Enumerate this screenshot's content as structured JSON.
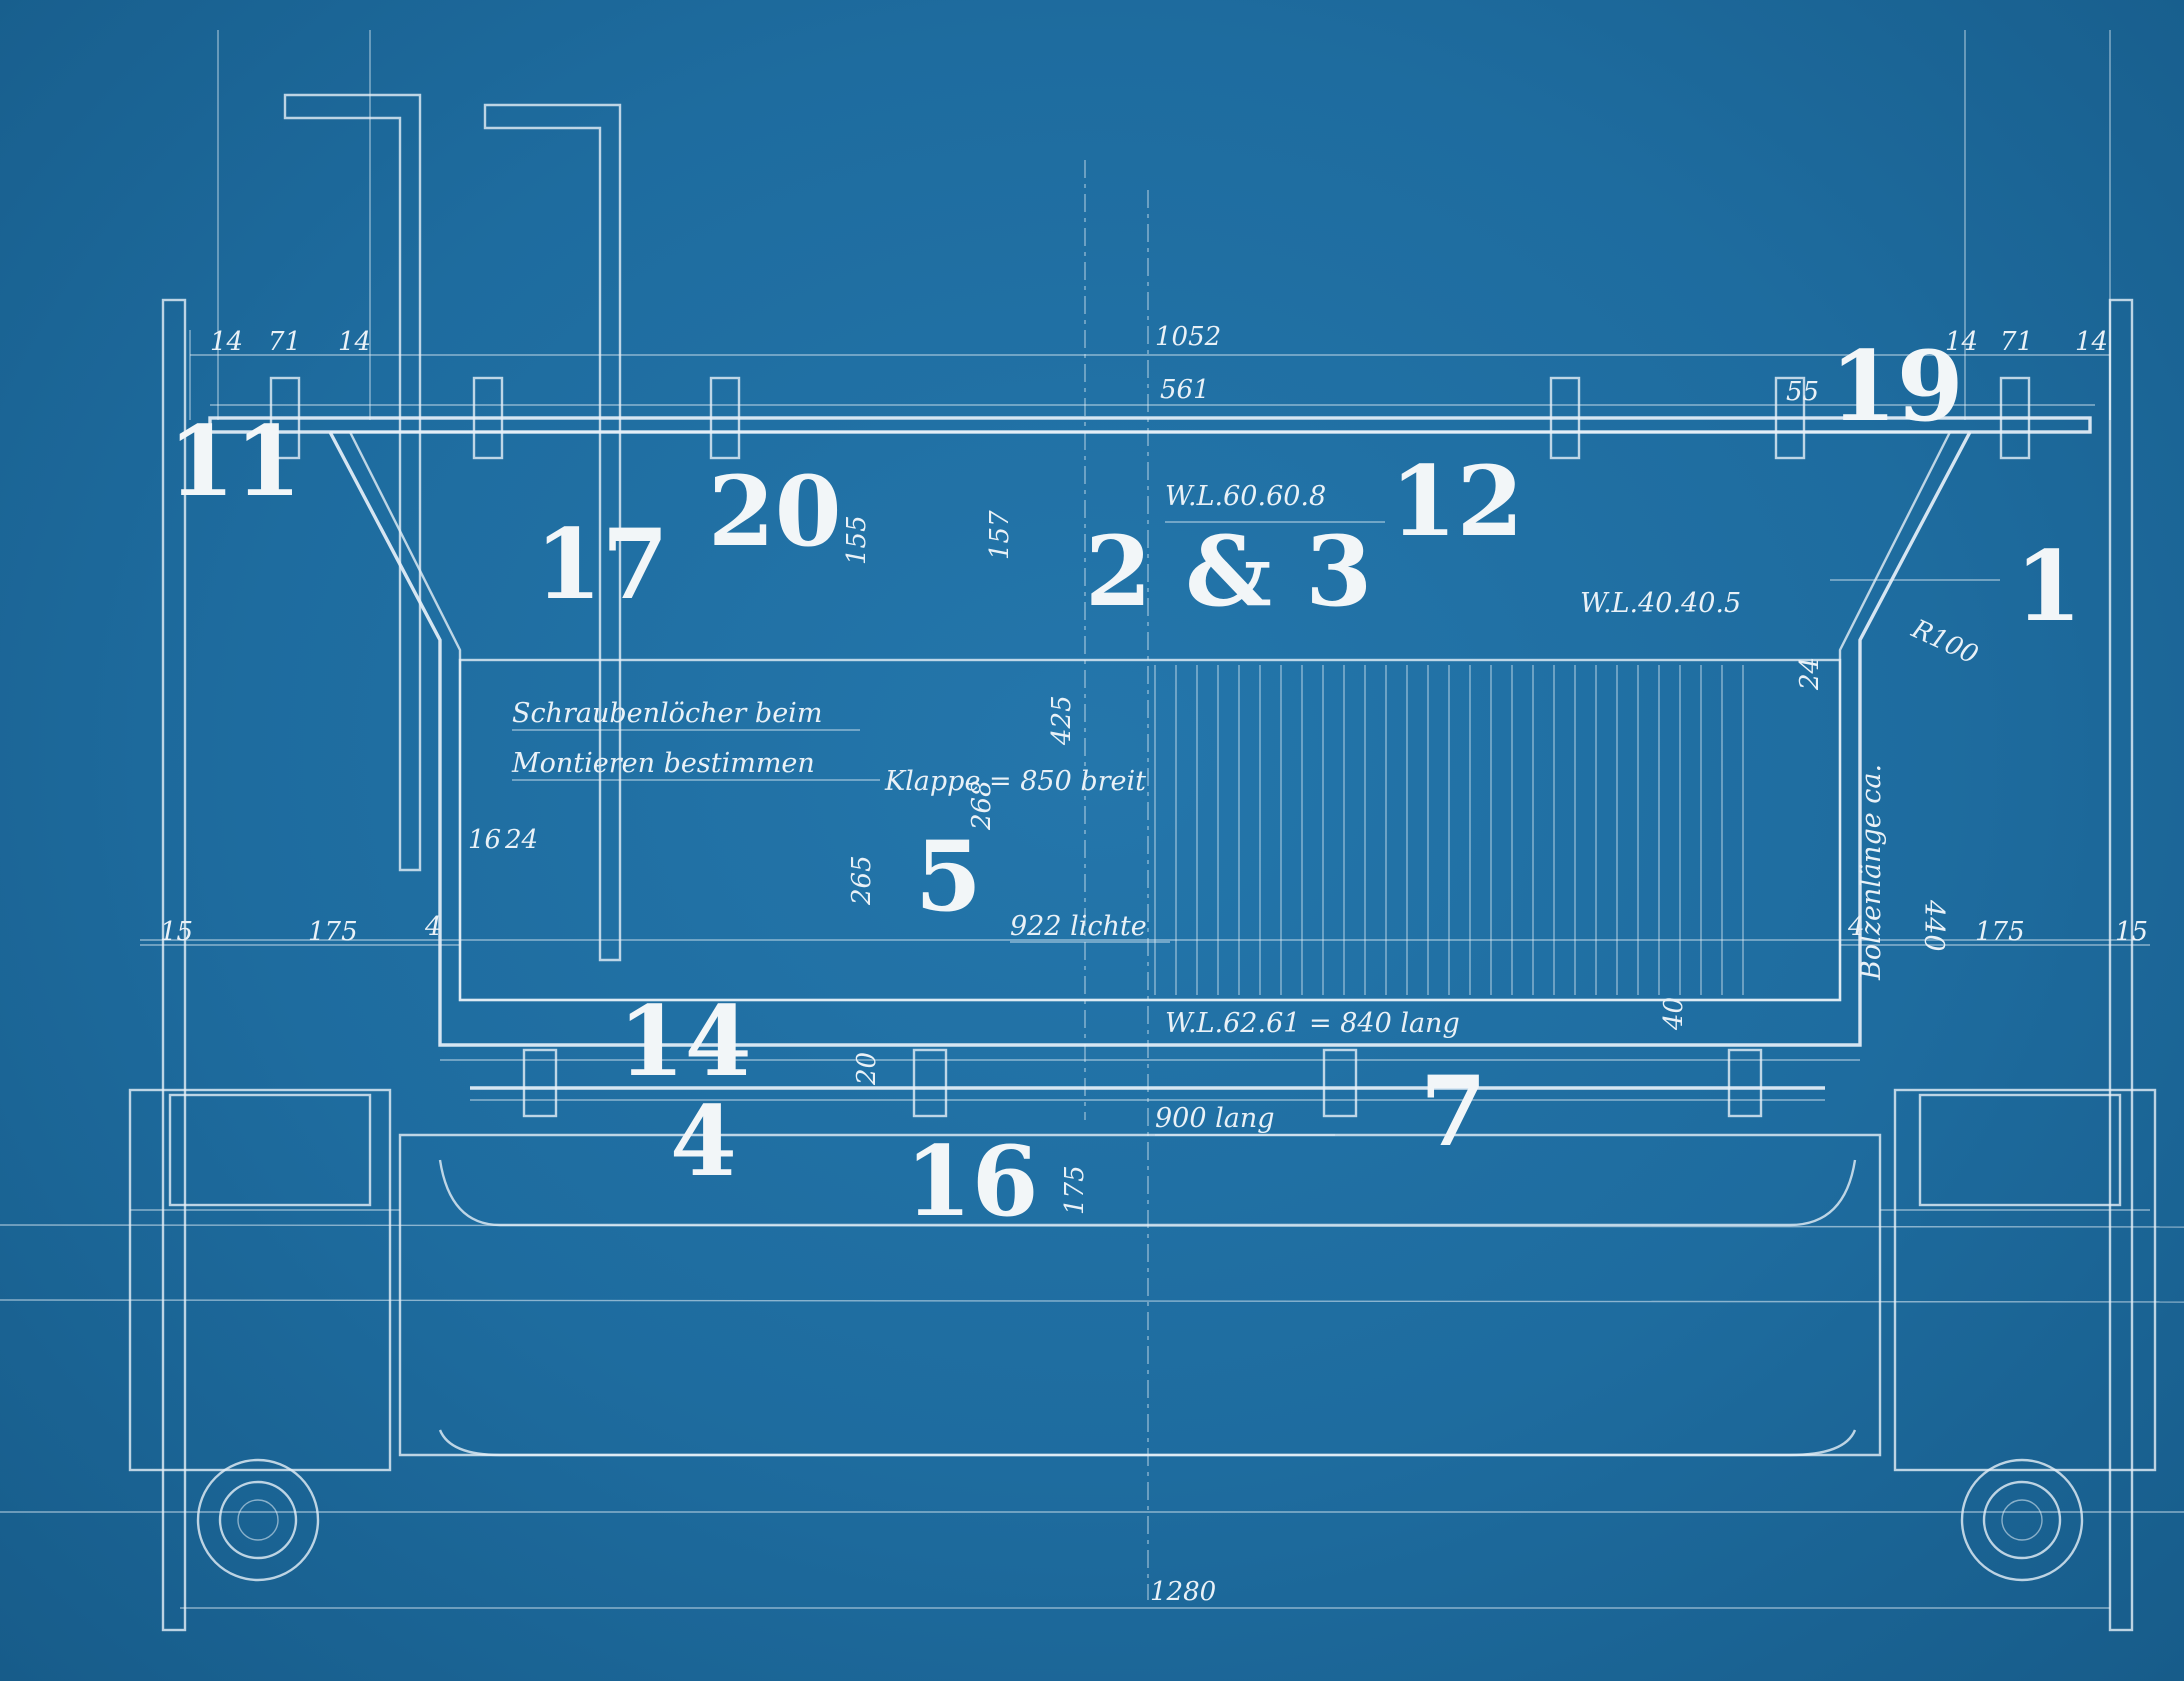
{
  "drawing": {
    "part_numbers": {
      "n1": "1",
      "n2_3": "2 & 3",
      "n4": "4",
      "n5": "5",
      "n7": "7",
      "n11": "11",
      "n12": "12",
      "n14": "14",
      "n16": "16",
      "n17": "17",
      "n19": "19",
      "n20": "20"
    },
    "dimensions": {
      "overall_top": "1052",
      "inner_top": "561",
      "left_14a": "14",
      "left_71": "71",
      "left_14b": "14",
      "right_14a": "14",
      "right_71": "71",
      "right_14b": "14",
      "right_55": "55",
      "v155": "155",
      "v157": "157",
      "v425": "425",
      "v268": "268",
      "v265": "265",
      "left_15": "15",
      "left_175": "175",
      "left_4": "4",
      "right_4": "4",
      "right_175": "175",
      "right_15": "15",
      "v175": "175",
      "v20": "20",
      "bottom_overall": "1280",
      "r100": "R100",
      "h16": "16",
      "h24": "24",
      "v40": "40",
      "v24": "24"
    },
    "notes": {
      "angle_top": "W.L.60.60.8",
      "angle_right": "W.L.40.40.5",
      "screw_holes_1": "Schraubenlöcher beim",
      "screw_holes_2": "Montieren bestimmen",
      "flap": "Klappe = 850 breit",
      "clear": "922 lichte",
      "channel": "W.L.62.61 = 840 lang",
      "bar": "900 lang",
      "bolt_len": "Bolzenlänge ca.",
      "v440": "440"
    }
  }
}
